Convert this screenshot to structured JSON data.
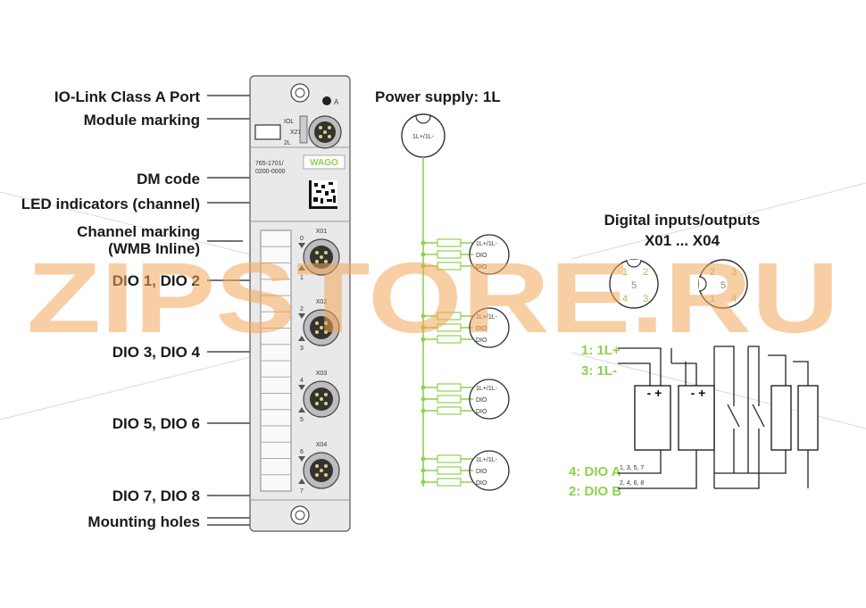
{
  "labels": {
    "iolink": "IO-Link Class A Port",
    "module_marking": "Module marking",
    "dm_code": "DM code",
    "led": "LED indicators (channel)",
    "channel_marking_1": "Channel marking",
    "channel_marking_2": "(WMB Inline)",
    "dio12": "DIO 1, DIO 2",
    "dio34": "DIO 3, DIO 4",
    "dio56": "DIO 5, DIO 6",
    "dio78": "DIO 7, DIO 8",
    "mounting": "Mounting holes"
  },
  "module": {
    "iol": "IOL",
    "x21": "X21",
    "twol": "2L",
    "a": "A",
    "brand": "WAGO",
    "part1": "765-1701/",
    "part2": "0200-0000",
    "ports": [
      {
        "name": "X01",
        "top": "0",
        "bottom": "1"
      },
      {
        "name": "X02",
        "top": "2",
        "bottom": "3"
      },
      {
        "name": "X03",
        "top": "4",
        "bottom": "5"
      },
      {
        "name": "X04",
        "top": "6",
        "bottom": "7"
      }
    ]
  },
  "power": {
    "title": "Power supply: 1L",
    "connector": "1L+/1L-",
    "pins": [
      "1L+/1L-",
      "DIO",
      "DIO"
    ]
  },
  "dio_panel": {
    "title1": "Digital inputs/outputs",
    "title2": "X01 ... X04",
    "left_pins": [
      "1",
      "2",
      "5",
      "4",
      "3"
    ],
    "right_pins": [
      "2",
      "3",
      "5",
      "1",
      "4"
    ],
    "l_plus": "1: 1L+",
    "l_minus": "3: 1L-",
    "dio_a": "4: DIO A",
    "dio_b": "2: DIO B",
    "dio_a_ch": "1, 3, 5, 7",
    "dio_b_ch": "2, 4, 6, 8",
    "plusminus": "- +"
  },
  "watermark": "ZIPSTORE.RU",
  "colors": {
    "accent": "#8fd14f",
    "module": "#e9e9e9",
    "watermark": "#f3a55a"
  }
}
